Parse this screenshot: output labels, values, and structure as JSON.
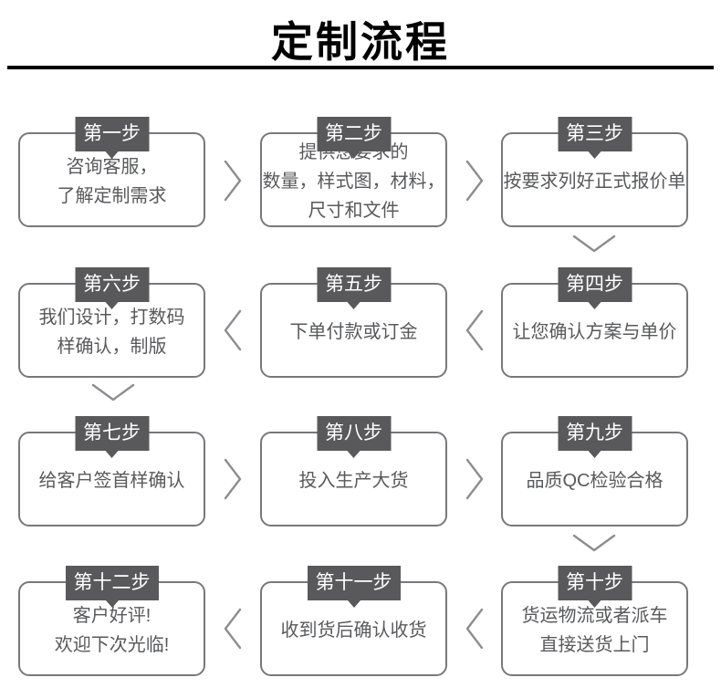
{
  "page": {
    "title": "定制流程"
  },
  "colors": {
    "badge_bg": "#59595b",
    "badge_text": "#ffffff",
    "box_border": "#77787b",
    "box_text": "#58595b",
    "arrow": "#8c8d90",
    "title": "#000000",
    "divider": "#000000"
  },
  "steps": [
    {
      "label": "第一步",
      "lines": [
        "咨询客服，",
        "了解定制需求"
      ]
    },
    {
      "label": "第二步",
      "lines": [
        "提供您要求的",
        "数量，样式图，材料，",
        "尺寸和文件"
      ]
    },
    {
      "label": "第三步",
      "lines": [
        "按要求列好正式报价单"
      ]
    },
    {
      "label": "第四步",
      "lines": [
        "让您确认方案与单价"
      ]
    },
    {
      "label": "第五步",
      "lines": [
        "下单付款或订金"
      ]
    },
    {
      "label": "第六步",
      "lines": [
        "我们设计，打数码",
        "样确认，制版"
      ]
    },
    {
      "label": "第七步",
      "lines": [
        "给客户签首样确认"
      ]
    },
    {
      "label": "第八步",
      "lines": [
        "投入生产大货"
      ]
    },
    {
      "label": "第九步",
      "lines": [
        "品质QC检验合格"
      ]
    },
    {
      "label": "第十步",
      "lines": [
        "货运物流或者派车",
        "直接送货上门"
      ]
    },
    {
      "label": "第十一步",
      "lines": [
        "收到货后确认收货"
      ]
    },
    {
      "label": "第十二步",
      "lines": [
        "客户好评!",
        "欢迎下次光临!"
      ]
    }
  ]
}
